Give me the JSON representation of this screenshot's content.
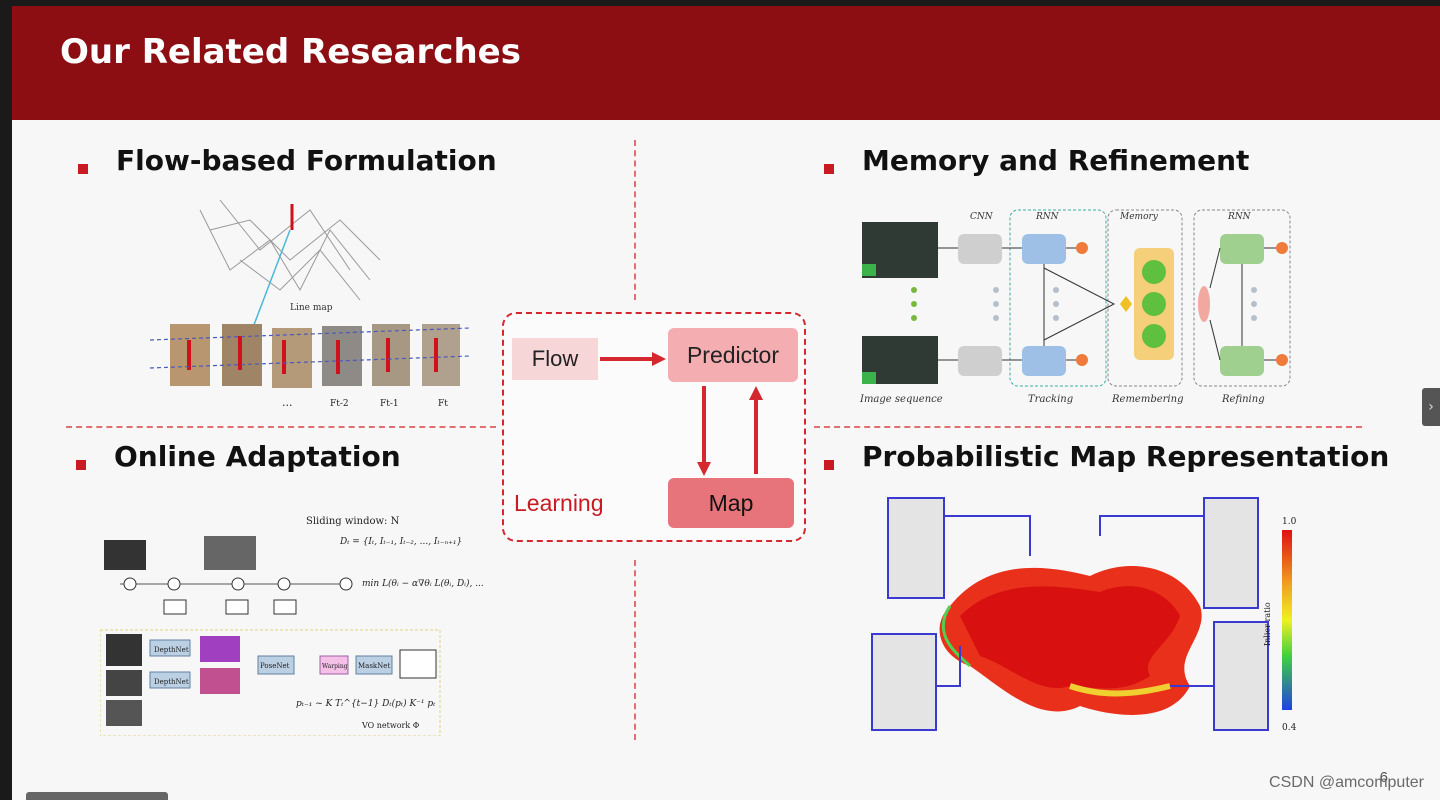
{
  "slide": {
    "title": "Our Related Researches",
    "page_number": "6",
    "accent_color": "#8c0d12"
  },
  "sections": {
    "flow": {
      "title": "Flow-based Formulation"
    },
    "memory": {
      "title": "Memory and Refinement"
    },
    "online": {
      "title": "Online Adaptation"
    },
    "prob": {
      "title": "Probabilistic Map Representation"
    }
  },
  "center_diagram": {
    "flow_label": "Flow",
    "predictor_label": "Predictor",
    "map_label": "Map",
    "learning_label": "Learning"
  },
  "figures": {
    "flow": {
      "line_map_label": "Line map",
      "frame_labels": [
        "...",
        "Ft-2",
        "Ft-1",
        "Ft"
      ]
    },
    "memory": {
      "cnn_label": "CNN",
      "rnn_label": "RNN",
      "memory_label": "Memory",
      "rnn2_label": "RNN",
      "image_sequence": "Image sequence",
      "tracking": "Tracking",
      "remembering": "Remembering",
      "refining": "Refining"
    },
    "online": {
      "sliding_window": "Sliding window: N",
      "di_formula": "Dₜ = {Iₜ, Iₜ₋₁, Iₜ₋₂, ..., Iₜ₋ₙ₊₁}",
      "min_formula": "min L(θᵢ − α∇θᵢ L(θᵢ, Dᵢ), ...",
      "depthnet": "DepthNet",
      "posenet": "PoseNet",
      "masknet": "MaskNet",
      "warping": "Warping",
      "vo_network": "VO network Φ",
      "proj_formula": "pₜ₋₁ ~ K Tₜ^{t−1} Dₜ(pₜ) K⁻¹ pₜ"
    },
    "prob": {
      "scale_top": "1.0",
      "scale_bottom": "0.4",
      "scale_label": "Inlier ratio"
    }
  },
  "watermark": "CSDN @amcomputer",
  "navigation": {
    "next_icon_symbol": "›"
  }
}
